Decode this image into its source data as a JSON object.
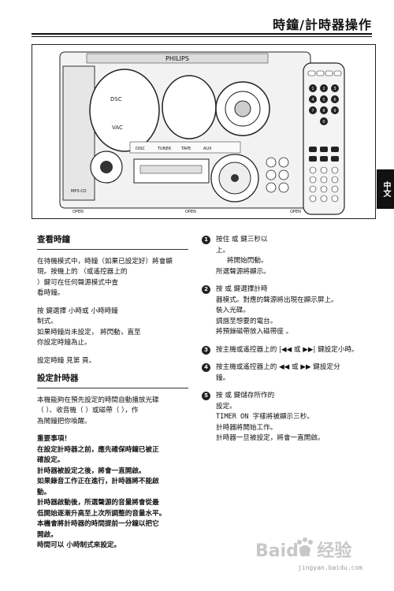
{
  "header": {
    "title": "時鐘/計時器操作"
  },
  "side_tab": "中文",
  "figure": {
    "brand": "PHILIPS",
    "labels": [
      "DSC",
      "VAC",
      "DISC",
      "TUNER",
      "TAPE",
      "AUX",
      "MP3-CD",
      "OPEN",
      "OPEN",
      "OPEN"
    ],
    "remote_numbers": [
      "1",
      "2",
      "3",
      "4",
      "5",
      "6",
      "7",
      "8",
      "9",
      "0"
    ]
  },
  "left": {
    "sec1_title": "查看時鐘",
    "p1": [
      "在待機模式中，時鐘（如果已設定好）將會顯",
      "現。按機上的              （或遙控器上的",
      "             ）鍵可在任何聲源模式中查",
      "看時鐘。"
    ],
    "p2": [
      "按              鍵選擇    小時或     小時時鐘",
      "制式。",
      "   如果時鐘尚未設定，           將閃動，直至",
      "你設定時鐘為止。"
    ],
    "p3": "設定時鐘   見第       頁。",
    "sec2_title": "設定計時器",
    "p4": [
      "本機能夠在預先設定的時間自動播放光碟",
      "（    ）、收音機（           ）或磁帶（      ），作",
      "為鬧鐘把你喚醒。"
    ],
    "imp_title": "重要事項！",
    "imp": [
      "   在設定計時器之前，應先確保時鐘已被正",
      "確設定。",
      "   計時器被設定之後，將會一直開啟。",
      "   如果錄音工作正在進行，計時器將不能啟",
      "動。",
      "   計時器啟動後，所選聲源的音量將會從最",
      "低開始逐漸升高至上次所調整的音量水平。",
      "   本機會將計時器的時間提前一分鐘以把它",
      "開啟。",
      "   時間可以       小時制式來設定。"
    ]
  },
  "right": {
    "steps": [
      {
        "num": "1",
        "lines": [
          "按住            或                     鍵三秒以",
          "上。"
        ],
        "sub": [
          "               將開始閃動。",
          "   所選聲源將顯示。"
        ]
      },
      {
        "num": "2",
        "lines": [
          "按              或                   鍵選擇計時",
          "器模式。對應的聲源將出現在顯示屏上。"
        ],
        "sub": [
          "",
          "            裝入光碟。",
          "               調諧至想要的電台。",
          "               將預錄磁帶放入磁帶座  。"
        ]
      },
      {
        "num": "3",
        "lines": [
          "按主機或遙控器上的  |◀◀ 或 ▶▶| 鍵設定小時。"
        ],
        "sub": []
      },
      {
        "num": "4",
        "lines": [
          "按主機或遙控器上的  ◀◀ 或  ▶▶ 鍵設定分",
          "鐘。"
        ],
        "sub": []
      },
      {
        "num": "5",
        "lines": [
          "按              或                      鍵儲存所作的",
          "設定。"
        ],
        "sub": [
          "      TIMER ON  字樣將被顯示三秒。",
          "    計時器將開始工作。",
          "    計時器一旦被設定，將會一直開啟。"
        ]
      }
    ]
  },
  "watermark": {
    "text": "jingyan.baidu.com",
    "logo": "Baidu 经验"
  }
}
